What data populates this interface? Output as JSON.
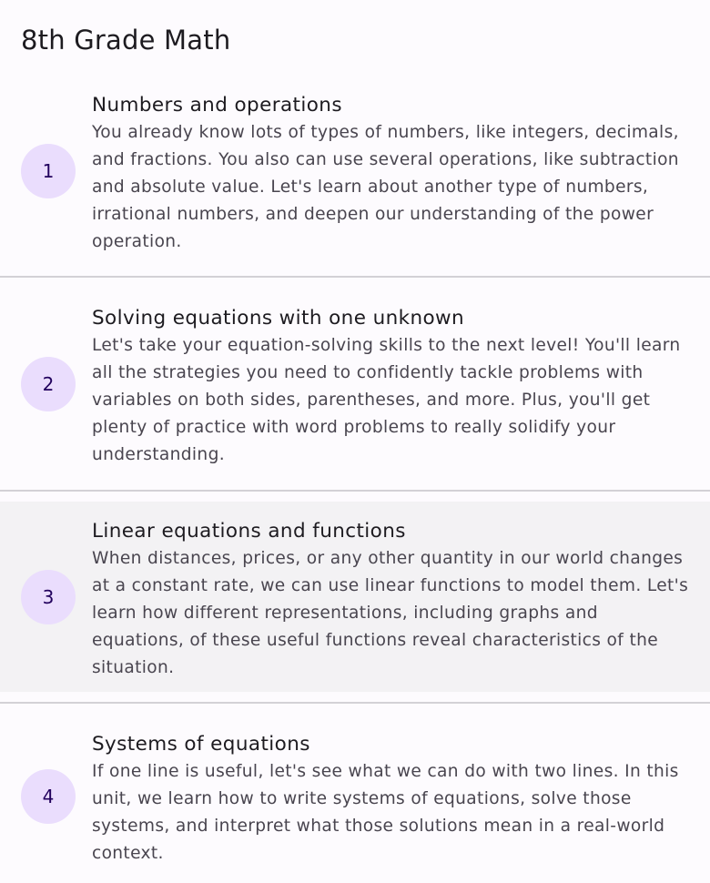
{
  "app": {
    "title": "8th Grade Math"
  },
  "units": [
    {
      "number": "1",
      "title": "Numbers and operations",
      "description": "You already know lots of types of numbers, like integers, decimals, and fractions. You also can use several operations, like subtraction and absolute value. Let's learn about another type of numbers, irrational numbers, and deepen our understanding of the power operation.",
      "selected": false
    },
    {
      "number": "2",
      "title": "Solving equations with one unknown",
      "description": "Let's take your equation-solving skills to the next level! You'll learn all the strategies you need to confidently tackle problems with variables on both sides, parentheses, and more. Plus, you'll get plenty of practice with word problems to really solidify your understanding.",
      "selected": false
    },
    {
      "number": "3",
      "title": "Linear equations and functions",
      "description": "When distances, prices, or any other quantity in our world changes at a constant rate, we can use linear functions to model them. Let's learn how different representations, including graphs and equations, of these useful functions reveal characteristics of the situation.",
      "selected": true
    },
    {
      "number": "4",
      "title": "Systems of equations",
      "description": "If one line is useful, let's see what we can do with two lines. In this unit, we learn how to write systems of equations, solve those systems, and interpret what those solutions mean in a real-world context.",
      "selected": false
    }
  ],
  "colors": {
    "background": "#fdfbfe",
    "selected_background": "#f3f2f4",
    "badge_background": "#eaddfd",
    "badge_text": "#21005d",
    "divider": "#d3d1d6",
    "title_text": "#1d1b20",
    "description_text": "#49454f"
  }
}
